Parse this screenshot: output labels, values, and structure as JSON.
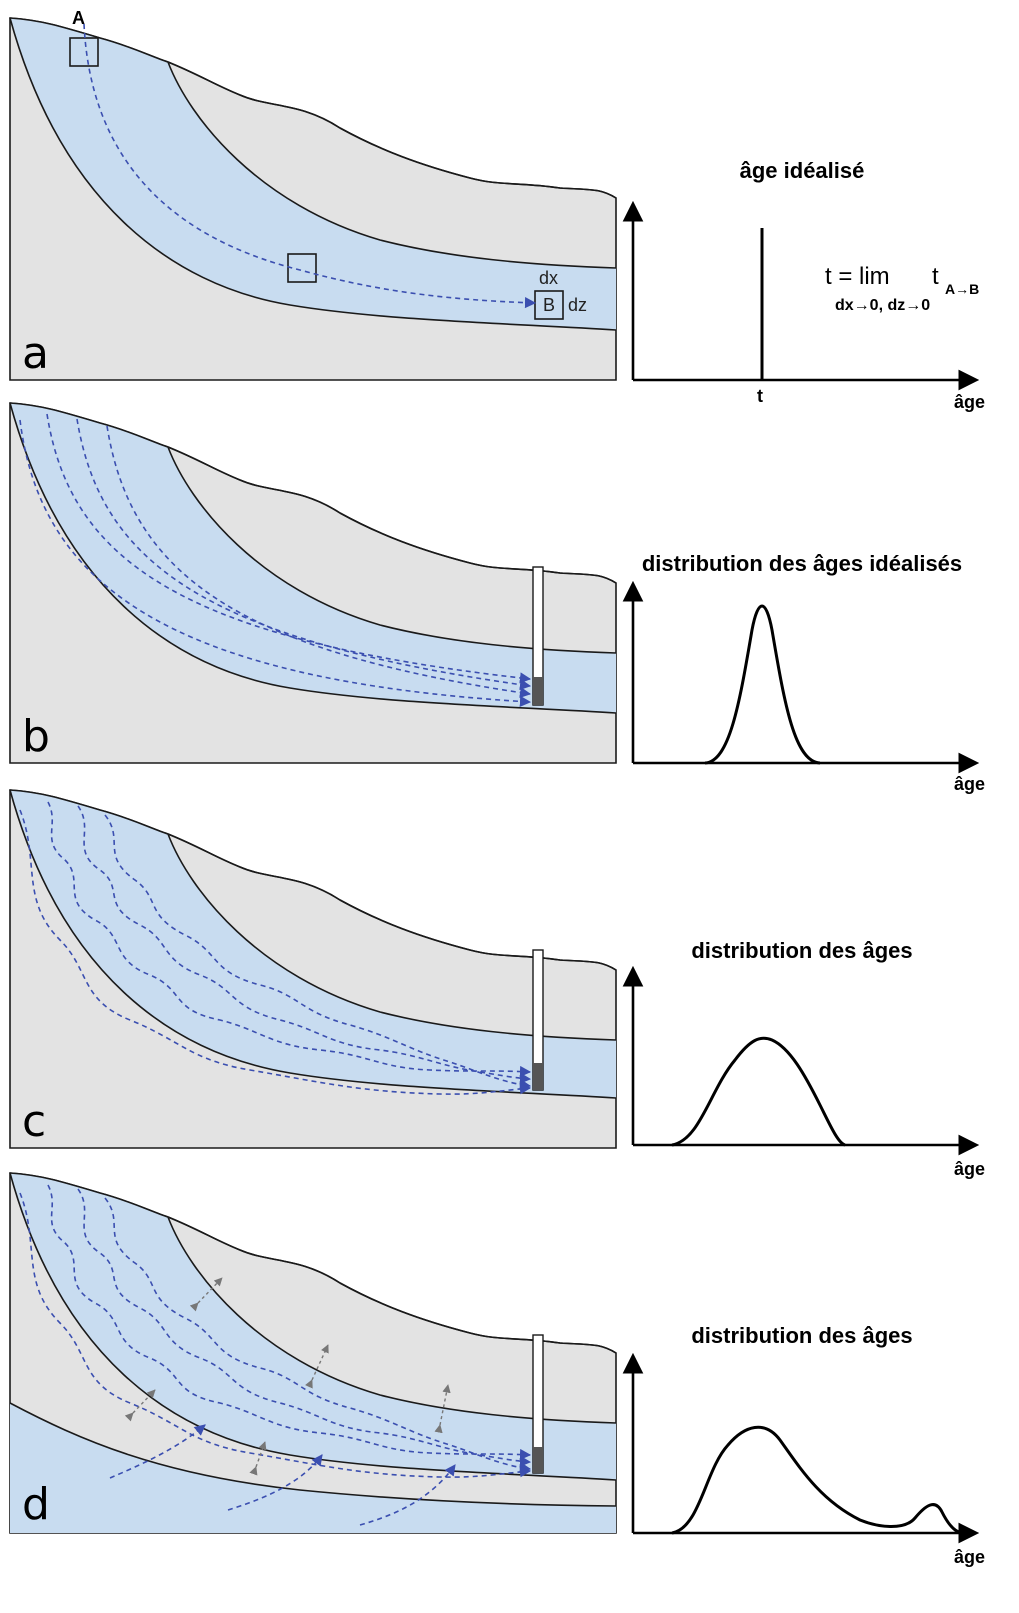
{
  "panels": {
    "a": {
      "letter": "a",
      "title": "âge idéalisé",
      "point_a": "A",
      "point_b": "B",
      "dx": "dx",
      "dz": "dz",
      "tick": "t",
      "axis_label": "âge",
      "formula_main": "t = lim",
      "formula_t": "t",
      "formula_sub": "A→B",
      "formula_limit": "dx→0, dz→0"
    },
    "b": {
      "letter": "b",
      "title": "distribution des âges idéalisés",
      "axis_label": "âge"
    },
    "c": {
      "letter": "c",
      "title": "distribution des âges",
      "axis_label": "âge"
    },
    "d": {
      "letter": "d",
      "title": "distribution des âges",
      "axis_label": "âge"
    }
  },
  "colors": {
    "aquifer": "#c8dcf0",
    "ground": "#e3e3e3",
    "flow": "#3b4fb0",
    "exchange": "#777777"
  },
  "icons": [
    "flow-arrow",
    "well-screen",
    "exchange-arrow"
  ]
}
